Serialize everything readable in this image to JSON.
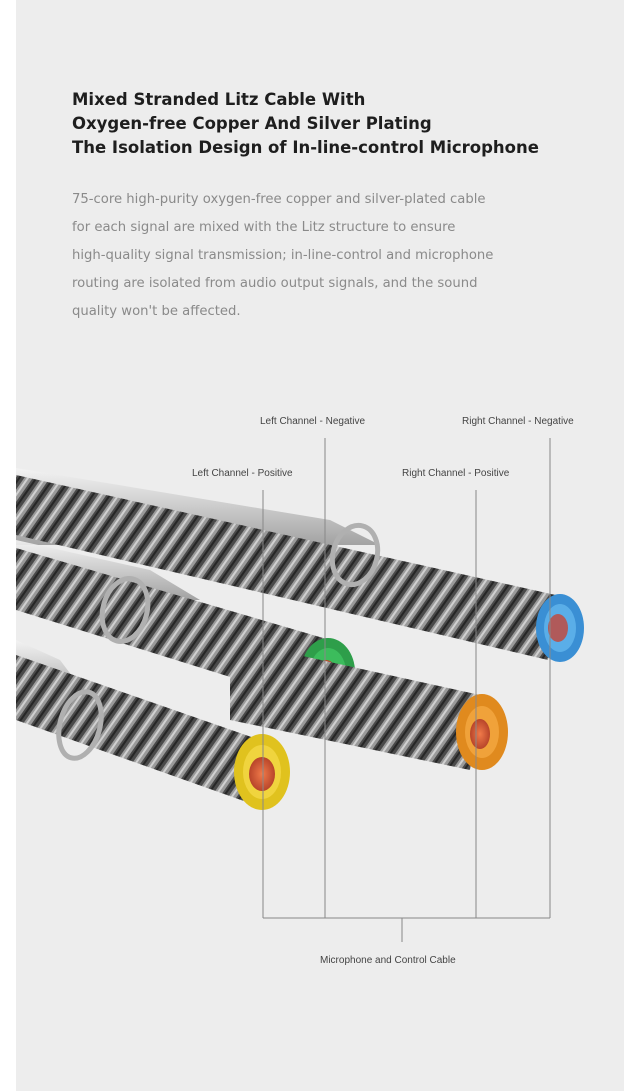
{
  "headline": {
    "line1": "Mixed Stranded Litz Cable With",
    "line2": "Oxygen-free Copper And Silver Plating",
    "line3": "The Isolation Design of In-line-control Microphone"
  },
  "description": {
    "line1": "75-core high-purity oxygen-free copper and silver-plated cable",
    "line2": "for each signal are mixed with the Litz structure to ensure",
    "line3": "high-quality signal transmission; in-line-control and microphone",
    "line4": "routing are isolated from audio output signals, and the sound",
    "line5": "quality won't be affected."
  },
  "labels": {
    "left_negative": "Left Channel - Negative",
    "right_negative": "Right Channel - Negative",
    "left_positive": "Left Channel - Positive",
    "right_positive": "Right Channel - Positive",
    "microphone": "Microphone and Control Cable"
  },
  "colors": {
    "panel_bg": "#ededed",
    "right_negative_core": "#3a8fd4",
    "left_negative_core": "#2e9e4a",
    "right_positive_core": "#e08a1e",
    "microphone_core": "#e0c21e",
    "inner_conductor": "#d45a3a",
    "cable_strand": "#3a3a3a"
  }
}
